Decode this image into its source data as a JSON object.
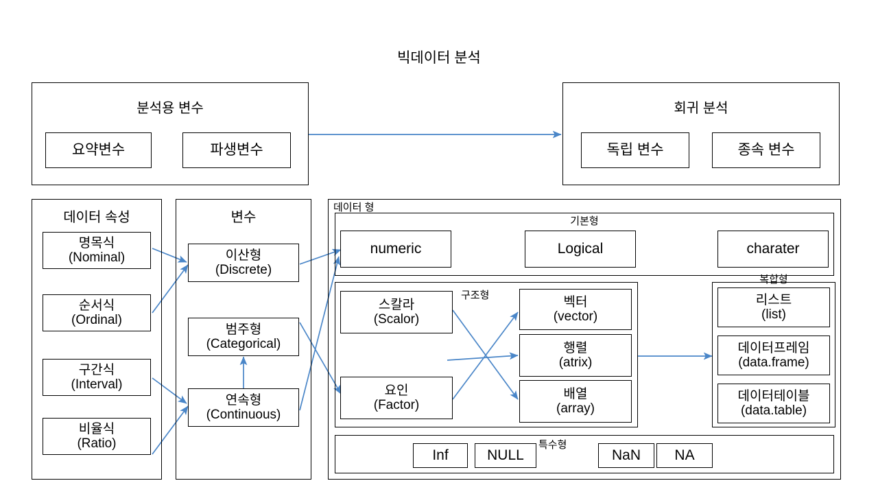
{
  "diagram": {
    "title": "빅데이터 분석",
    "accent_color": "#4a86c8",
    "line_color": "#000000"
  },
  "analysis_variables_panel": {
    "title": "분석용 변수",
    "boxes": [
      {
        "label": "요약변수"
      },
      {
        "label": "파생변수"
      }
    ]
  },
  "regression_panel": {
    "title": "회귀 분석",
    "boxes": [
      {
        "label": "독립 변수"
      },
      {
        "label": "종속 변수"
      }
    ]
  },
  "data_attribute_panel": {
    "title": "데이터 속성",
    "boxes": [
      {
        "main": "명목식",
        "sub": "(Nominal)"
      },
      {
        "main": "순서식",
        "sub": "(Ordinal)"
      },
      {
        "main": "구간식",
        "sub": "(Interval)"
      },
      {
        "main": "비율식",
        "sub": "(Ratio)"
      }
    ]
  },
  "variable_panel": {
    "title": "변수",
    "boxes": [
      {
        "main": "이산형",
        "sub": "(Discrete)"
      },
      {
        "main": "범주형",
        "sub": "(Categorical)"
      },
      {
        "main": "연속형",
        "sub": "(Continuous)"
      }
    ]
  },
  "data_type_panel": {
    "title": "데이터 형",
    "basic_group": {
      "title": "기본형",
      "boxes": [
        {
          "label": "numeric"
        },
        {
          "label": "Logical"
        },
        {
          "label": "charater"
        }
      ]
    },
    "structure_group": {
      "title": "구조형",
      "left_boxes": [
        {
          "main": "스칼라",
          "sub": "(Scalor)"
        },
        {
          "main": "요인",
          "sub": "(Factor)"
        }
      ],
      "right_boxes": [
        {
          "main": "벡터",
          "sub": "(vector)"
        },
        {
          "main": "행렬",
          "sub": "(atrix)"
        },
        {
          "main": "배열",
          "sub": "(array)"
        }
      ]
    },
    "composite_group": {
      "title": "복합형",
      "boxes": [
        {
          "main": "리스트",
          "sub": "(list)"
        },
        {
          "main": "데이터프레임",
          "sub": "(data.frame)"
        },
        {
          "main": "데이터테이블",
          "sub": "(data.table)"
        }
      ]
    },
    "special_group": {
      "title": "특수형",
      "boxes": [
        {
          "label": "Inf"
        },
        {
          "label": "NULL"
        },
        {
          "label": "NaN"
        },
        {
          "label": "NA"
        }
      ]
    }
  }
}
